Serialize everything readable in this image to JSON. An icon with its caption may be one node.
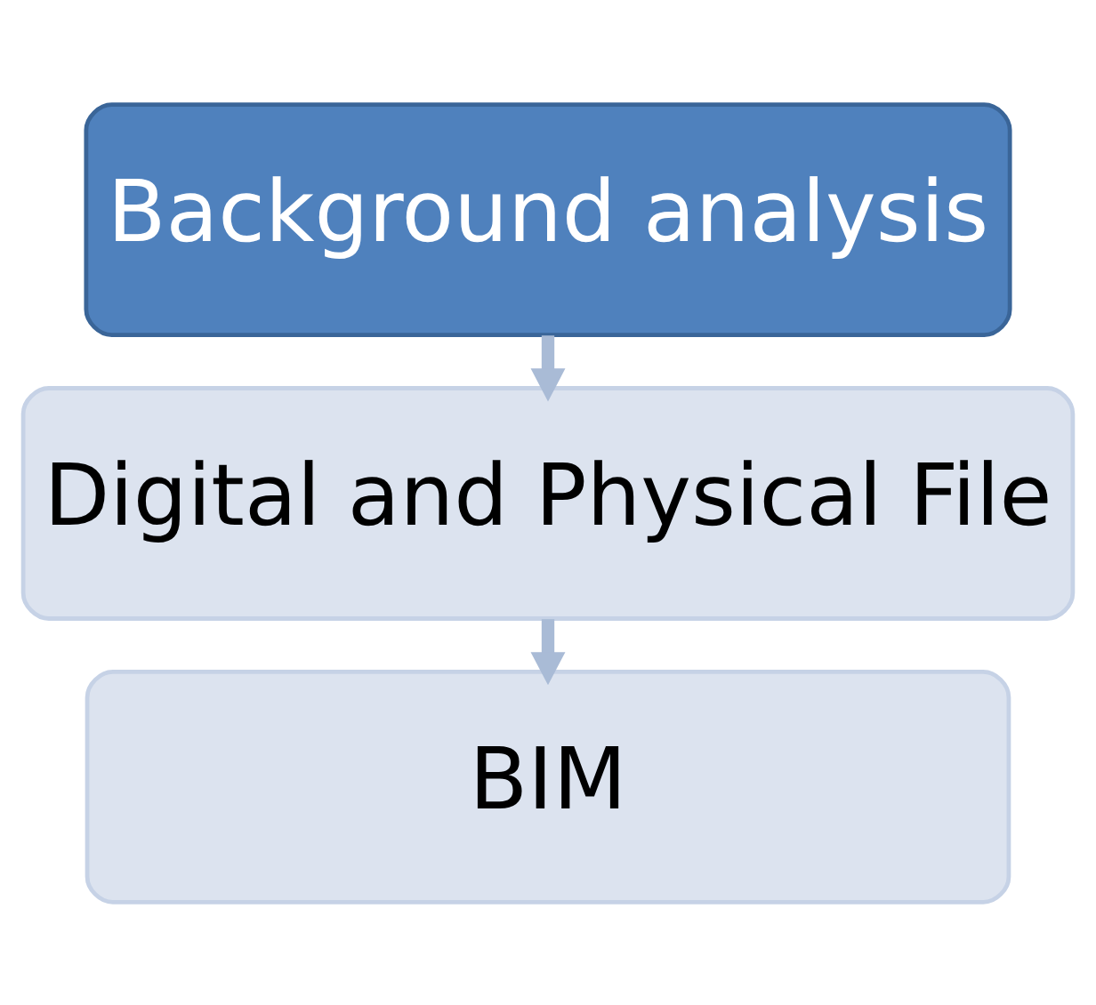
{
  "diagram": {
    "nodes": [
      {
        "text": [
          "Background analysis"
        ]
      },
      {
        "text": [
          "Digital and Physical File"
        ]
      },
      {
        "text": [
          "BIM"
        ]
      }
    ],
    "edges": [
      {
        "from": 0,
        "to": 1,
        "arrow": "to"
      },
      {
        "from": 1,
        "to": 2,
        "arrow": "to"
      }
    ]
  }
}
